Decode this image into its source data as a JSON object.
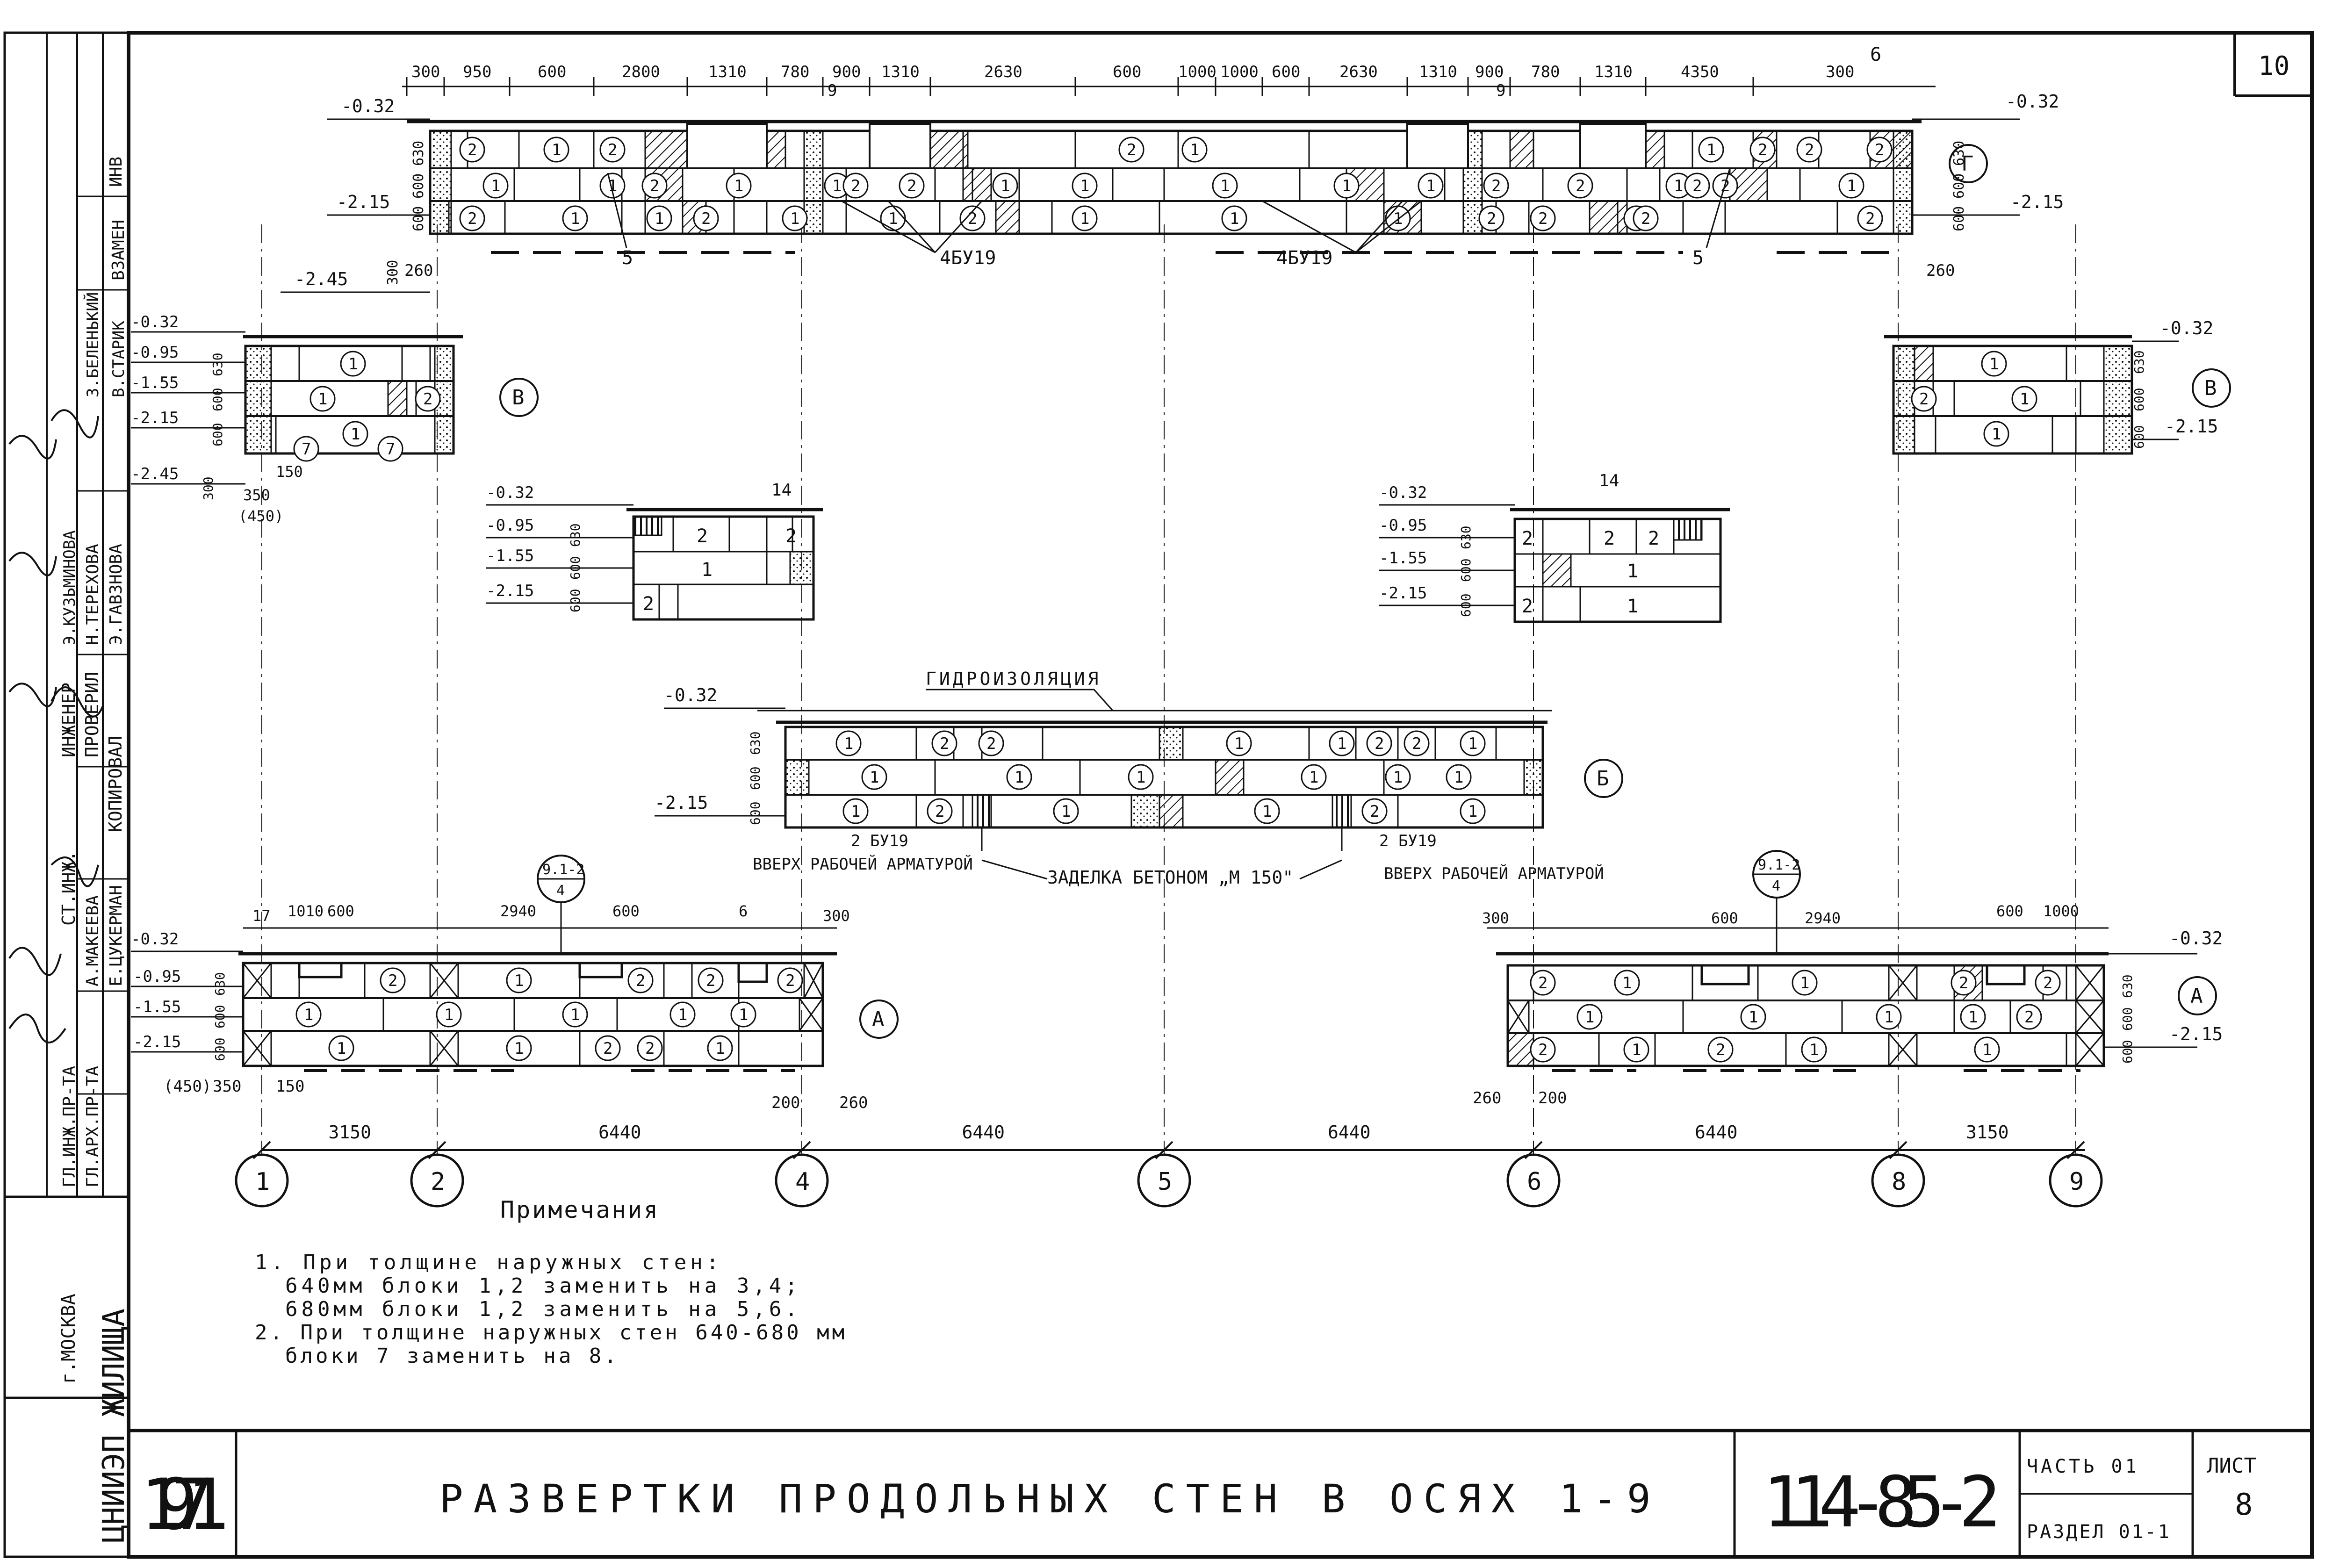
{
  "sheet": {
    "sheet_number_top": "10",
    "title": "РАЗВЕРТКИ ПРОДОЛЬНЫХ СТЕН В ОСЯХ 1-9",
    "year": "1971",
    "doc_code": "114-85-2",
    "part": "ЧАСТЬ 01",
    "section": "РАЗДЕЛ 01-1",
    "list_label": "ЛИСТ",
    "list_no": "8",
    "org_name": "ЦНИИЭП ЖИЛИЩА",
    "city": "г.МОСКВА"
  },
  "stamp": {
    "roles": [
      "КОПИРОВАЛ",
      "ПРОВЕРИЛ",
      "ИНЖЕНЕР",
      "СТ.ИНЖ.",
      "ГЛ.ИНЖ.ПР-ТА",
      "ГЛ.АРХ.ПР-ТА",
      "ВЗАМЕН",
      "ИНВ"
    ],
    "names": [
      "Э.ГАВЗНОВА",
      "Н.ТЕРЕХОВА",
      "Э.КУЗЬМИНОВА",
      "А.МАКЕЕВА",
      "Е.ЦУКЕРМАН",
      "В.СТАРИК",
      "З.БЕЛЕНЬКИЙ"
    ]
  },
  "notes": {
    "heading": "Примечания",
    "lines": [
      "1. При толщине наружных стен:",
      "640мм блоки 1,2 заменить на 3,4;",
      "680мм блоки 1,2 заменить на 5,6.",
      "2. При толщине наружных стен 640-680 мм",
      "блоки 7 заменить на 8."
    ]
  },
  "axes": {
    "labels": [
      "1",
      "2",
      "4",
      "5",
      "6",
      "8",
      "9"
    ],
    "spans": [
      "3150",
      "6440",
      "6440",
      "6440",
      "6440",
      "3150"
    ],
    "offsets": [
      "200",
      "260",
      "260",
      "200"
    ]
  },
  "wall_g": {
    "label": "Г",
    "dims_top": [
      "300",
      "950",
      "600",
      "2800",
      "1310",
      "780",
      "900",
      "1310",
      "2630",
      "600",
      "1000",
      "1000",
      "600",
      "2630",
      "1310",
      "900",
      "780",
      "1310",
      "4350",
      "300"
    ],
    "marker_6": "6",
    "marker_9a": "9",
    "marker_9b": "9",
    "levels_left": [
      "-0.32",
      "-2.15",
      "-2.45"
    ],
    "levels_right": [
      "-0.32",
      "-2.15"
    ],
    "heights": [
      "630",
      "600",
      "600",
      "300"
    ],
    "callouts": [
      "5",
      "4БУ19",
      "4БУ19",
      "5"
    ],
    "offset_left": "260",
    "offset_right": "260",
    "blocks_row1": [
      "2",
      "1",
      "2",
      "2",
      "1",
      "2",
      "1",
      "2",
      "2",
      "2"
    ],
    "blocks_row2": [
      "1",
      "1",
      "2",
      "1",
      "1",
      "2",
      "2",
      "1",
      "1",
      "1",
      "1",
      "1",
      "2",
      "2",
      "1",
      "2",
      "2",
      "1"
    ],
    "blocks_row3": [
      "2",
      "1",
      "1",
      "2",
      "1",
      "1",
      "2",
      "1",
      "1",
      "1",
      "2",
      "2",
      "1",
      "2",
      "2"
    ]
  },
  "wall_v": {
    "label": "В",
    "levels": [
      "-0.32",
      "-0.95",
      "-1.55",
      "-2.15",
      "-2.45"
    ],
    "heights": [
      "630",
      "600",
      "600",
      "300"
    ],
    "dims": [
      "350",
      "(450)",
      "150"
    ],
    "blocks": [
      "1",
      "1",
      "2",
      "1",
      "7",
      "7"
    ],
    "blocks_right": [
      "1",
      "2",
      "1",
      "1"
    ],
    "levels_right": [
      "-0.32",
      "-2.15"
    ],
    "heights_right": [
      "630",
      "600",
      "600"
    ]
  },
  "small_left": {
    "levels": [
      "-0.32",
      "-0.95",
      "-1.55",
      "-2.15"
    ],
    "heights": [
      "630",
      "600",
      "600"
    ],
    "marker": "14",
    "blocks": [
      "2",
      "2",
      "1",
      "2"
    ]
  },
  "small_right": {
    "levels": [
      "-0.32",
      "-0.95",
      "-1.55",
      "-2.15"
    ],
    "heights": [
      "630",
      "600",
      "600"
    ],
    "marker": "14",
    "blocks": [
      "2",
      "2",
      "2",
      "1",
      "2",
      "1"
    ]
  },
  "wall_b": {
    "label": "Б",
    "hydro": "ГИДРОИЗОЛЯЦИЯ",
    "levels": [
      "-0.32",
      "-2.15"
    ],
    "heights": [
      "630",
      "600",
      "600"
    ],
    "notes": [
      "2 БУ19",
      "2 БУ19",
      "ВВЕРХ РАБОЧЕЙ АРМАТУРОЙ",
      "ВВЕРХ РАБОЧЕЙ АРМАТУРОЙ",
      "ЗАДЕЛКА БЕТОНОМ „М 150\""
    ],
    "blocks_row1": [
      "1",
      "2",
      "2",
      "1",
      "1",
      "2",
      "2",
      "1"
    ],
    "blocks_row2": [
      "1",
      "1",
      "1",
      "1",
      "1",
      "1"
    ],
    "blocks_row3": [
      "1",
      "2",
      "1",
      "1",
      "2",
      "1"
    ]
  },
  "wall_a_left": {
    "label": "А",
    "ref_top": "9.1-2",
    "ref_bottom": "4",
    "dims_top": [
      "17",
      "1010",
      "600",
      "2940",
      "600",
      "6",
      "300"
    ],
    "levels": [
      "-0.32",
      "-0.95",
      "-1.55",
      "-2.15"
    ],
    "heights": [
      "630",
      "600",
      "600"
    ],
    "dims_bottom": [
      "(450)",
      "350",
      "150"
    ],
    "blocks_row1": [
      "2",
      "1",
      "2",
      "2",
      "2"
    ],
    "blocks_row2": [
      "1",
      "1",
      "1",
      "1",
      "1"
    ],
    "blocks_row3": [
      "1",
      "1",
      "2",
      "2",
      "1"
    ]
  },
  "wall_a_right": {
    "label": "А",
    "ref_top": "9.1-2",
    "ref_bottom": "4",
    "dims_top": [
      "300",
      "600",
      "2940",
      "600",
      "1000"
    ],
    "levels": [
      "-0.32",
      "-2.15"
    ],
    "heights": [
      "630",
      "600",
      "600"
    ],
    "blocks_row1": [
      "2",
      "1",
      "1",
      "2",
      "2"
    ],
    "blocks_row2": [
      "1",
      "1",
      "1",
      "1",
      "2"
    ],
    "blocks_row3": [
      "2",
      "1",
      "2",
      "1",
      "1"
    ]
  }
}
